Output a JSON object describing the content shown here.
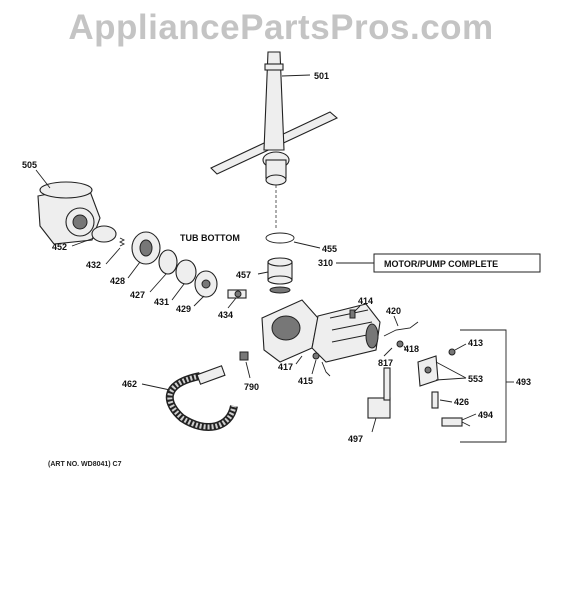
{
  "watermark": "AppliancePartsPros.com",
  "art_number": "(ART NO. WD8041) C7",
  "tub_bottom_label": "TUB BOTTOM",
  "motor_pump_box": {
    "number": "310",
    "label": "MOTOR/PUMP COMPLETE"
  },
  "callouts": {
    "c501": "501",
    "c505": "505",
    "c452": "452",
    "c432": "432",
    "c428": "428",
    "c427": "427",
    "c431": "431",
    "c429": "429",
    "c434": "434",
    "c455": "455",
    "c457": "457",
    "c414": "414",
    "c420": "420",
    "c413": "413",
    "c418": "418",
    "c817": "817",
    "c553": "553",
    "c493": "493",
    "c417": "417",
    "c415": "415",
    "c790": "790",
    "c462": "462",
    "c426": "426",
    "c494": "494",
    "c497": "497"
  }
}
